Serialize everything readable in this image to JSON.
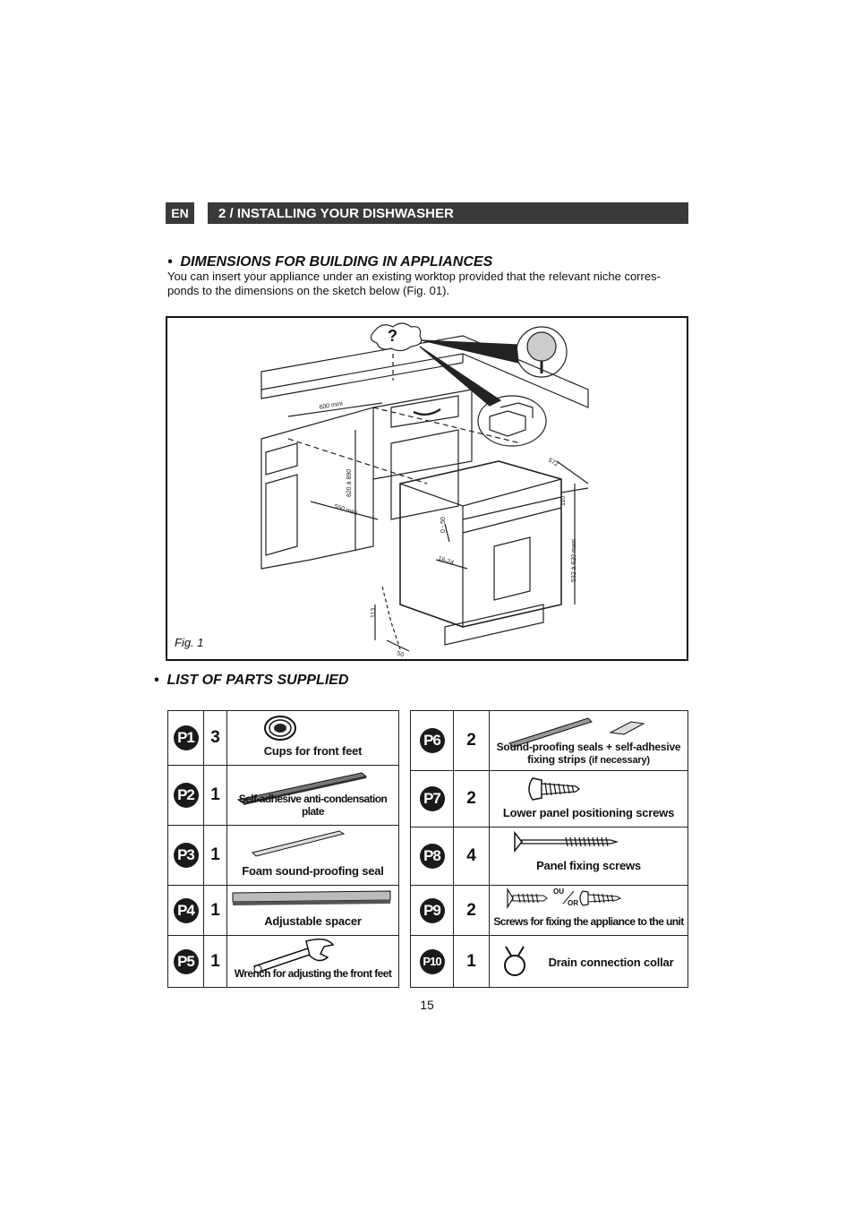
{
  "header": {
    "lang": "EN",
    "section_title": "2 / INSTALLING YOUR DISHWASHER"
  },
  "dimensions": {
    "heading": "DIMENSIONS FOR BUILDING IN APPLIANCES",
    "body": "You can insert your appliance under an existing worktop provided that the relevant niche corres-ponds to the dimensions on the sketch below (Fig. 01).",
    "figure": {
      "caption": "Fig. 1",
      "labels": {
        "width_min": "600 mini",
        "height_range": "820 à 890",
        "depth_min": "550 mini",
        "depth": "572",
        "top_gap": "110",
        "panel_range": "532 à 620 maxi",
        "offset": "0 - 50",
        "thickness": "16-24",
        "plinth": "113",
        "plinth_depth": "50",
        "question": "?"
      }
    }
  },
  "parts": {
    "heading": "LIST OF PARTS SUPPLIED",
    "left": [
      {
        "code": "P1",
        "qty": "3",
        "desc": "Cups for front feet",
        "icon": "cup-icon"
      },
      {
        "code": "P2",
        "qty": "1",
        "desc": "Self-adhesive anti-condensation plate",
        "icon": "plate-icon"
      },
      {
        "code": "P3",
        "qty": "1",
        "desc": "Foam sound-proofing seal",
        "icon": "foam-seal-icon"
      },
      {
        "code": "P4",
        "qty": "1",
        "desc": "Adjustable spacer",
        "icon": "spacer-icon"
      },
      {
        "code": "P5",
        "qty": "1",
        "desc": "Wrench for adjusting the front feet",
        "icon": "wrench-icon"
      }
    ],
    "right": [
      {
        "code": "P6",
        "qty": "2",
        "desc": "Sound-proofing seals + self-adhesive fixing strips",
        "desc_note": "(if necessary)",
        "icon": "seal-strip-icon"
      },
      {
        "code": "P7",
        "qty": "2",
        "desc": "Lower panel positioning screws",
        "icon": "short-screw-icon"
      },
      {
        "code": "P8",
        "qty": "4",
        "desc": "Panel fixing screws",
        "icon": "long-screw-icon"
      },
      {
        "code": "P9",
        "qty": "2",
        "desc": "Screws for fixing the appliance to the unit",
        "or_top": "OU",
        "or_bottom": "OR",
        "icon": "unit-screw-icon"
      },
      {
        "code": "P10",
        "qty": "1",
        "desc": "Drain connection collar",
        "icon": "collar-icon"
      }
    ]
  },
  "page_number": "15"
}
